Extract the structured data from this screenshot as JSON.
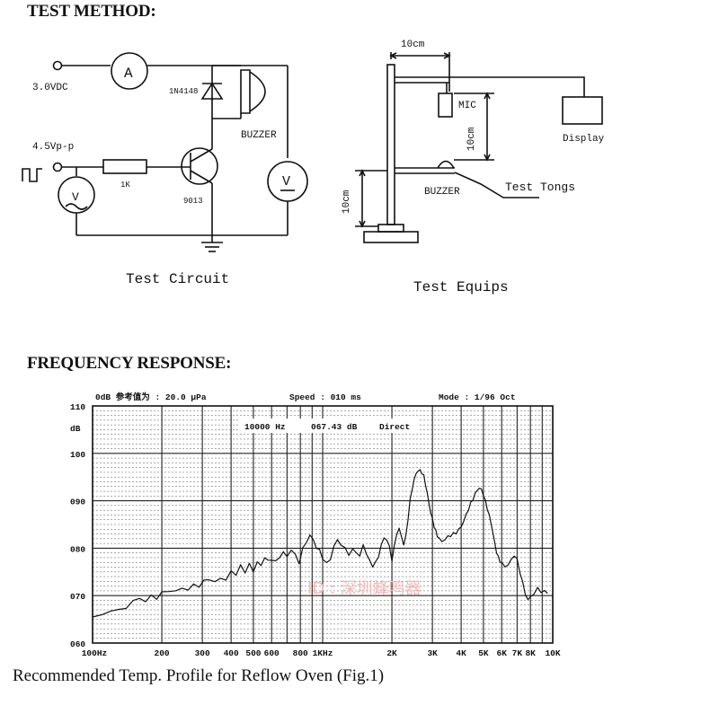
{
  "sections": {
    "test_method": "TEST METHOD:",
    "frequency_response": "FREQUENCY RESPONSE:"
  },
  "circuit": {
    "supply": "3.0VDC",
    "ammeter": "A",
    "diode": "1N4148",
    "buzzer": "BUZZER",
    "signal": "4.5Vp-p",
    "resistor": "1K",
    "transistor": "9013",
    "signal_gen": "V",
    "voltmeter": "V",
    "caption": "Test Circuit"
  },
  "equips": {
    "top_dim": "10cm",
    "mic": "MIC",
    "mid_dim": "10cm",
    "display": "Display",
    "buzzer": "BUZZER",
    "tongs": "Test Tongs",
    "low_dim": "10cm",
    "caption": "Test Equips"
  },
  "chart_data": {
    "type": "line",
    "header": {
      "reference": "0dB 参考值为 : 20.0 μPa",
      "speed": "Speed : 010 ms",
      "mode": "Mode : 1/96 Oct"
    },
    "marker": {
      "freq": "10000 Hz",
      "level": "067.43 dB",
      "mode": "Direct"
    },
    "y_unit": "dB",
    "y_ticks": [
      "110",
      "100",
      "090",
      "080",
      "070",
      "060"
    ],
    "ylim": [
      60,
      110
    ],
    "xlim": [
      100,
      10000
    ],
    "x_scale": "log",
    "grid": true,
    "x_ticks": [
      {
        "label": "100Hz",
        "value": 100
      },
      {
        "label": "200",
        "value": 200
      },
      {
        "label": "300",
        "value": 300
      },
      {
        "label": "400",
        "value": 400
      },
      {
        "label": "500",
        "value": 500
      },
      {
        "label": "600",
        "value": 600
      },
      {
        "label": "800",
        "value": 800
      },
      {
        "label": "1KHz",
        "value": 1000
      },
      {
        "label": "2K",
        "value": 2000
      },
      {
        "label": "3K",
        "value": 3000
      },
      {
        "label": "4K",
        "value": 4000
      },
      {
        "label": "5K",
        "value": 5000
      },
      {
        "label": "6K",
        "value": 6000
      },
      {
        "label": "7K",
        "value": 7000
      },
      {
        "label": "8K",
        "value": 8000
      },
      {
        "label": "10K",
        "value": 10000
      }
    ],
    "watermark": "ID : 深圳蜂鸣器",
    "x": [
      100,
      110,
      120,
      130,
      140,
      150,
      160,
      170,
      180,
      190,
      200,
      215,
      230,
      245,
      260,
      275,
      290,
      305,
      320,
      340,
      360,
      380,
      400,
      420,
      440,
      460,
      480,
      500,
      520,
      540,
      560,
      580,
      600,
      625,
      650,
      675,
      700,
      730,
      760,
      790,
      820,
      850,
      880,
      910,
      940,
      970,
      1000,
      1040,
      1080,
      1120,
      1160,
      1200,
      1250,
      1300,
      1350,
      1400,
      1450,
      1500,
      1550,
      1600,
      1650,
      1700,
      1750,
      1800,
      1850,
      1900,
      1950,
      2000,
      2050,
      2100,
      2150,
      2200,
      2250,
      2300,
      2350,
      2400,
      2450,
      2500,
      2550,
      2600,
      2650,
      2700,
      2750,
      2800,
      2850,
      2900,
      2950,
      3000,
      3050,
      3100,
      3150,
      3200,
      3300,
      3400,
      3500,
      3600,
      3700,
      3800,
      3900,
      4000,
      4100,
      4200,
      4300,
      4400,
      4500,
      4600,
      4700,
      4800,
      4900,
      5000,
      5100,
      5200,
      5300,
      5400,
      5500,
      5600,
      5700,
      5800,
      5900,
      6000,
      6200,
      6400,
      6600,
      6800,
      7000,
      7200,
      7400,
      7600,
      7800,
      8000,
      8300,
      8600,
      8900,
      9200,
      9500,
      9800,
      10000
    ],
    "y": [
      65.5,
      66.0,
      67.2,
      66.8,
      67.5,
      68.5,
      69.5,
      68.8,
      70.2,
      69.6,
      70.4,
      71.0,
      70.6,
      71.8,
      71.3,
      72.5,
      72.0,
      72.8,
      73.5,
      72.6,
      74.0,
      73.4,
      75.2,
      74.4,
      76.0,
      75.0,
      76.6,
      75.4,
      77.2,
      76.2,
      78.0,
      77.0,
      77.8,
      77.2,
      78.4,
      79.2,
      78.0,
      79.6,
      78.4,
      77.2,
      80.0,
      81.5,
      82.6,
      81.6,
      80.0,
      79.5,
      78.2,
      76.8,
      77.8,
      80.2,
      81.6,
      80.8,
      80.0,
      79.0,
      79.6,
      79.2,
      78.0,
      80.6,
      79.0,
      77.4,
      76.5,
      76.8,
      78.2,
      80.5,
      82.2,
      82.0,
      80.4,
      77.6,
      80.2,
      83.0,
      84.0,
      82.6,
      81.0,
      82.6,
      86.2,
      89.8,
      92.5,
      94.5,
      96.0,
      96.5,
      96.3,
      95.8,
      95.0,
      93.5,
      91.6,
      89.5,
      87.5,
      86.0,
      84.5,
      83.5,
      82.8,
      82.2,
      81.6,
      81.8,
      82.2,
      82.6,
      83.0,
      83.5,
      84.0,
      84.6,
      85.5,
      86.8,
      88.2,
      89.5,
      90.6,
      91.5,
      92.2,
      92.5,
      92.2,
      91.4,
      90.0,
      88.5,
      86.8,
      85.0,
      83.0,
      81.0,
      79.4,
      78.2,
      77.4,
      76.6,
      76.0,
      76.4,
      77.6,
      78.8,
      77.6,
      75.0,
      72.5,
      70.2,
      69.2,
      69.8,
      70.8,
      71.4,
      70.8,
      70.6,
      70.6
    ]
  },
  "caption": "Recommended Temp. Profile for Reflow Oven (Fig.1)"
}
